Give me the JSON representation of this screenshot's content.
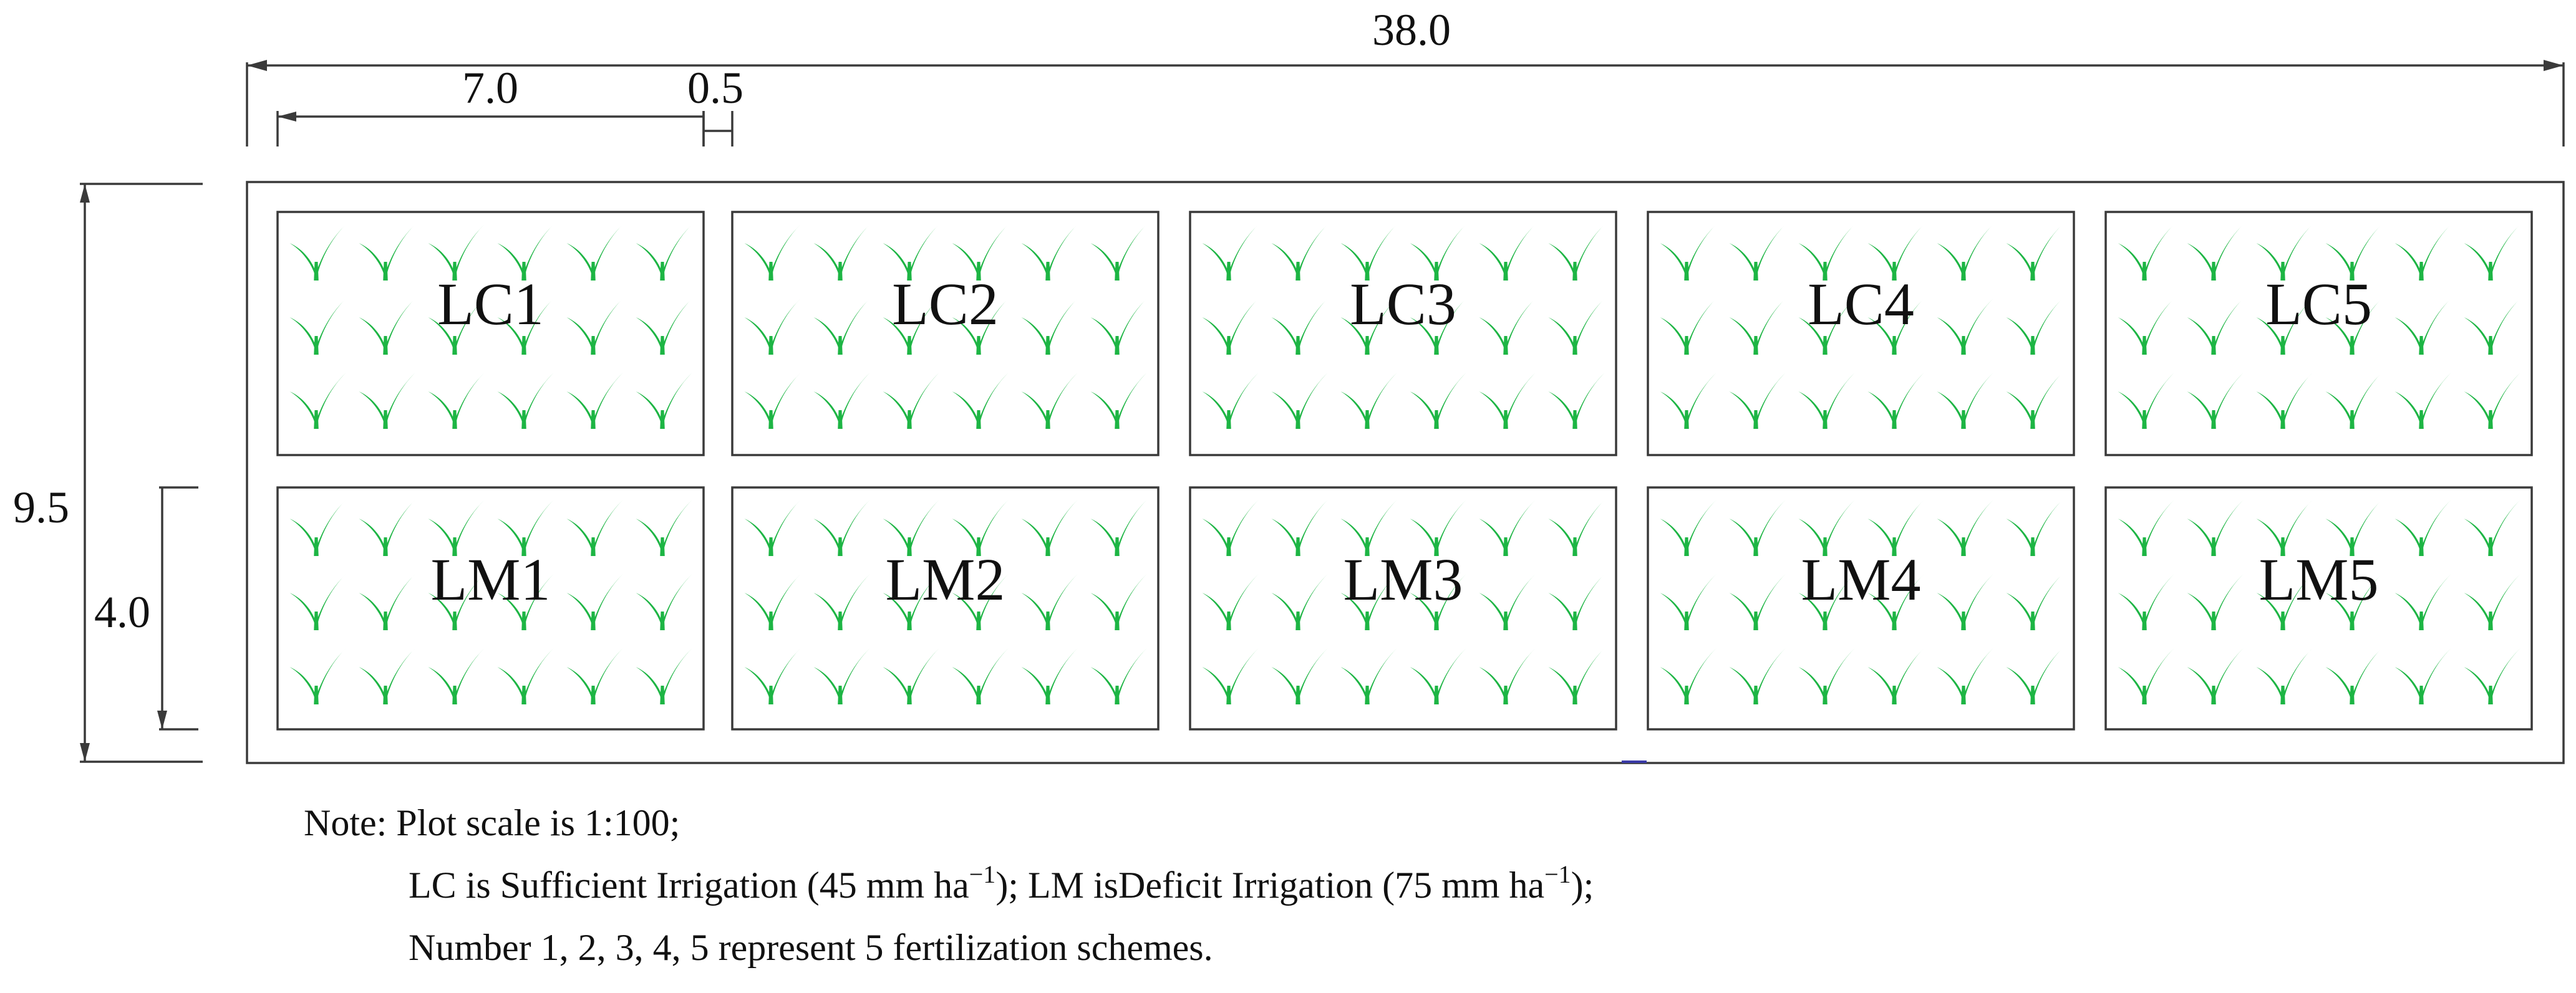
{
  "dimensions": {
    "total_length": "38.0",
    "plot_length": "7.0",
    "gap": "0.5",
    "total_width": "9.5",
    "plot_width": "4.0"
  },
  "plots": {
    "row_top": [
      "LC1",
      "LC2",
      "LC3",
      "LC4",
      "LC5"
    ],
    "row_bottom": [
      "LM1",
      "LM2",
      "LM3",
      "LM4",
      "LM5"
    ]
  },
  "plant_grid": {
    "rows": 3,
    "cols": 6
  },
  "colors": {
    "plant": "#1db544",
    "outline": "#3a3a3a",
    "text": "#111111"
  },
  "icons": {
    "plant": "seedling-icon"
  },
  "note": {
    "line1": "Note: Plot scale is 1:100;",
    "line2_a": "LC  is Sufficient Irrigation (45 mm ha",
    "line2_sup1": "−1",
    "line2_b": "); LM isDeficit Irrigation (75 mm ha",
    "line2_sup2": "−1",
    "line2_c": ");",
    "line3": "Number 1, 2, 3, 4, 5 represent 5 fertilization schemes."
  }
}
